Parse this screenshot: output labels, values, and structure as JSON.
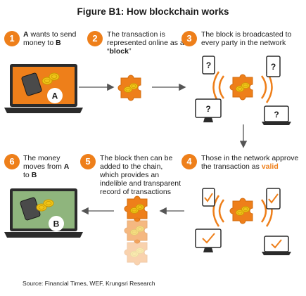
{
  "title": "Figure B1: How blockchain works",
  "steps": [
    {
      "num": "1",
      "parts": [
        {
          "t": "A",
          "b": true
        },
        {
          "t": " wants to send money to "
        },
        {
          "t": "B",
          "b": true
        }
      ]
    },
    {
      "num": "2",
      "parts": [
        {
          "t": "The transaction is represented online as a “"
        },
        {
          "t": "block",
          "b": true
        },
        {
          "t": "”"
        }
      ]
    },
    {
      "num": "3",
      "parts": [
        {
          "t": "The block is broadcasted to every party in the network"
        }
      ]
    },
    {
      "num": "4",
      "parts": [
        {
          "t": "Those in the network approve the transaction as "
        },
        {
          "t": "valid",
          "v": true
        }
      ]
    },
    {
      "num": "5",
      "parts": [
        {
          "t": "The block then can be added to the chain, which provides an indelible and transparent record of transactions"
        }
      ]
    },
    {
      "num": "6",
      "parts": [
        {
          "t": "The money moves from "
        },
        {
          "t": "A",
          "b": true
        },
        {
          "t": " to "
        },
        {
          "t": "B",
          "b": true
        }
      ]
    }
  ],
  "laptop_a_label": "A",
  "laptop_b_label": "B",
  "unknown_mark": "?",
  "source": "Source: Financial Times, WEF, Krungsri Research",
  "colors": {
    "accent": "#ee7f1a",
    "green": "#8fb57d",
    "gold": "#f0c419",
    "device": "#2b2b2b",
    "arrow": "#555555"
  }
}
